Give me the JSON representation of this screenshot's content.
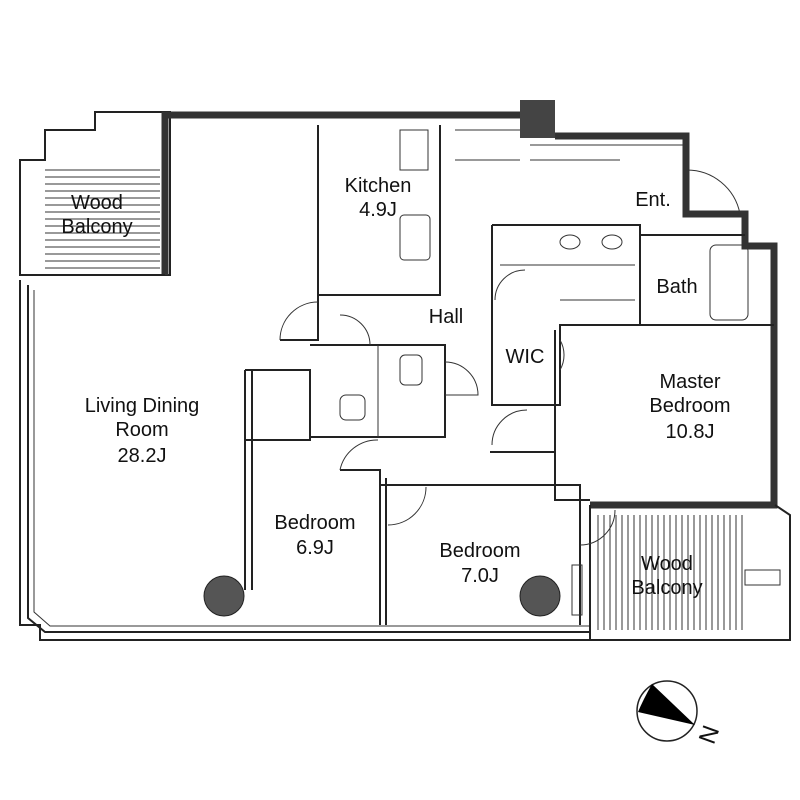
{
  "rooms": {
    "wood_balcony_upper": {
      "name": "Wood\nBalcony"
    },
    "kitchen": {
      "name": "Kitchen",
      "size": "4.9J"
    },
    "entrance": {
      "name": "Ent."
    },
    "bath": {
      "name": "Bath"
    },
    "hall": {
      "name": "Hall"
    },
    "wic": {
      "name": "WIC"
    },
    "master_bedroom": {
      "name": "Master\nBedroom",
      "size": "10.8J"
    },
    "living": {
      "name": "Living Dining\nRoom",
      "size": "28.2J"
    },
    "bedroom1": {
      "name": "Bedroom",
      "size": "6.9J"
    },
    "bedroom2": {
      "name": "Bedroom",
      "size": "7.0J"
    },
    "wood_balcony_lower": {
      "name": "Wood\nBalcony"
    }
  },
  "compass": {
    "label": "N"
  },
  "colors": {
    "wall": "#333333",
    "column": "#555555"
  }
}
